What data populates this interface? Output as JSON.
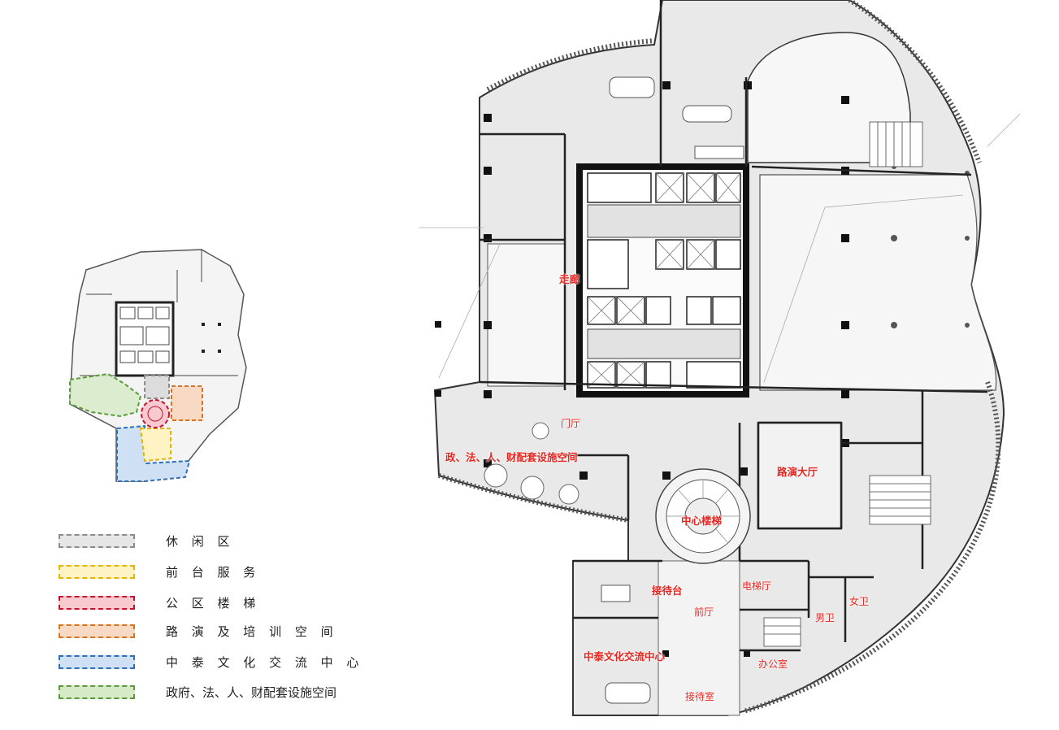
{
  "legend": [
    {
      "label": "休 闲 区",
      "color": "#8c8c8c",
      "fill": "#e6e6e6"
    },
    {
      "label": "前 台 服 务",
      "color": "#e8b400",
      "fill": "#fff3c4"
    },
    {
      "label": "公 区 楼 梯",
      "color": "#c8102e",
      "fill": "#f8c9cf"
    },
    {
      "label": "路 演 及 培 训 空 间",
      "color": "#d9731f",
      "fill": "#f7d9c4"
    },
    {
      "label": "中 泰 文 化 交 流 中 心",
      "color": "#2f6fb8",
      "fill": "#cfe0f5"
    },
    {
      "label": "政府、法、人、财配套设施空间",
      "color": "#5a9a3a",
      "fill": "#d6eac8"
    }
  ],
  "rooms": {
    "corridor": "走廊",
    "entrance": "门厅",
    "gov_space": "政、法、人、财配套设施空间",
    "roadshow_hall": "路演大厅",
    "central_stair": "中心楼梯",
    "reception_desk": "接待台",
    "front_hall": "前厅",
    "elevator_hall": "电梯厅",
    "mens_wc": "男卫",
    "womens_wc": "女卫",
    "culture_center": "中泰文化交流中心",
    "office": "办公室",
    "reception_room": "接待室"
  }
}
